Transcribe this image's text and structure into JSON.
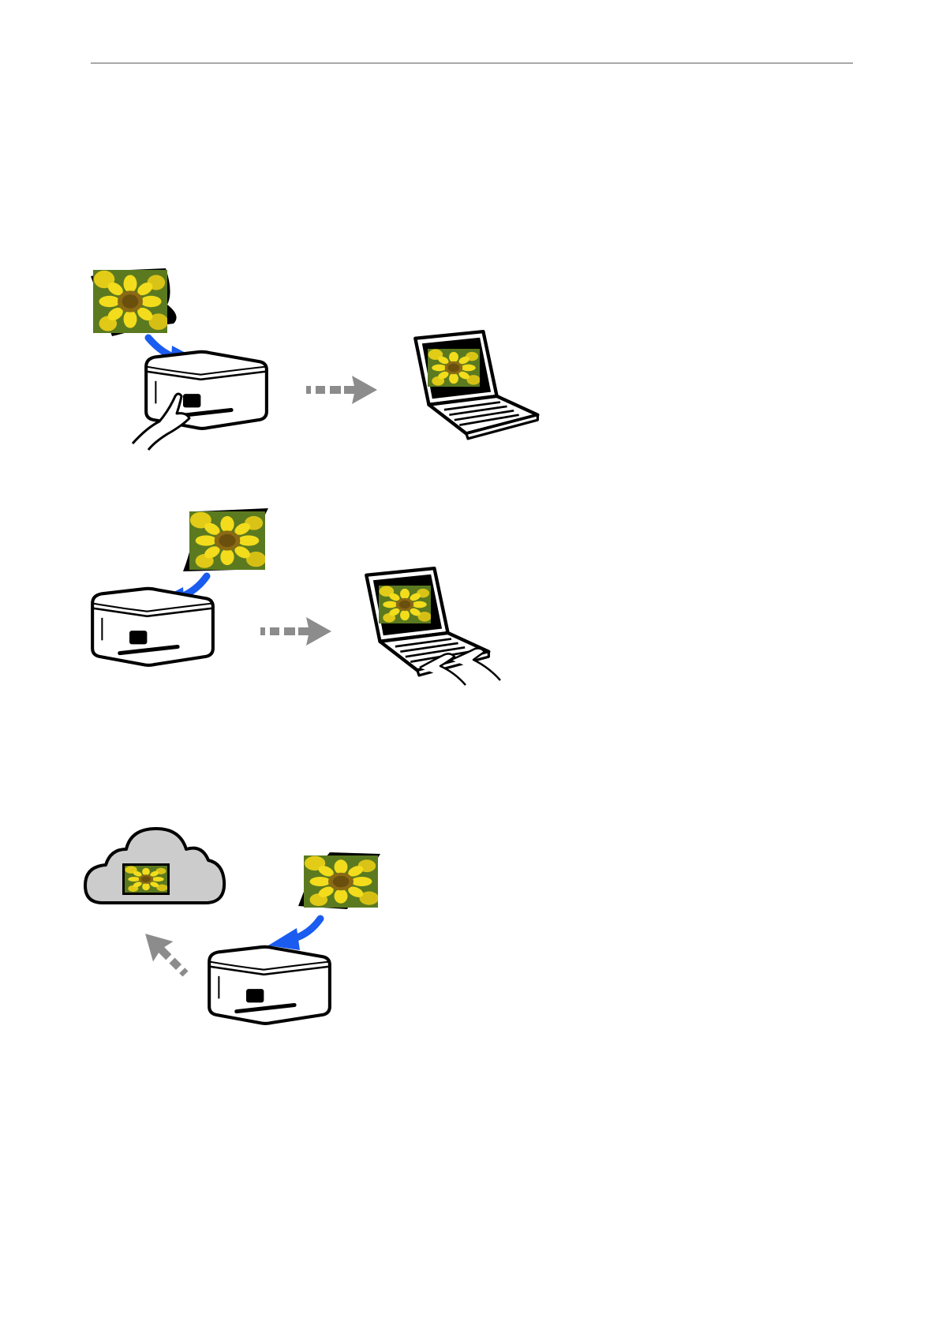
{
  "figures": [
    {
      "id": "scan-to-computer-by-panel",
      "icons": [
        "photo-icon",
        "blue-arrow-icon",
        "scanner-icon",
        "finger-press-icon",
        "dashed-arrow-icon",
        "laptop-icon"
      ]
    },
    {
      "id": "scan-from-computer",
      "icons": [
        "photo-icon",
        "blue-arrow-icon",
        "scanner-icon",
        "dashed-arrow-icon",
        "laptop-with-hands-icon"
      ]
    },
    {
      "id": "scan-to-cloud",
      "icons": [
        "cloud-icon",
        "dashed-arrow-icon",
        "photo-icon",
        "blue-arrow-icon",
        "scanner-icon"
      ]
    }
  ],
  "colors": {
    "rule": "#a8a8a8",
    "arrow_blue": "#1a5cf0",
    "arrow_gray": "#8c8c8c",
    "photo_yellow": "#e5d21a",
    "photo_green": "#4b6a1a",
    "cloud_fill": "#cccccc",
    "outline": "#000000"
  }
}
